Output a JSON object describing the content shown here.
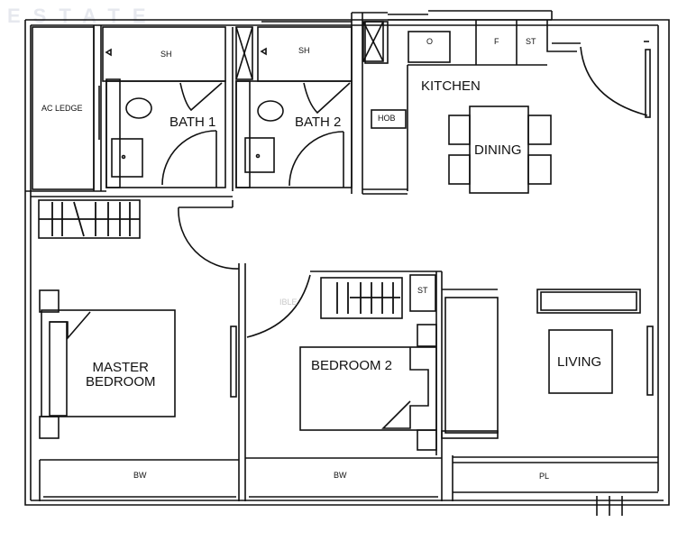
{
  "watermark": "ESTATE",
  "plan": {
    "rooms": {
      "ac_ledge": "AC LEDGE",
      "bath1": "BATH 1",
      "bath2": "BATH 2",
      "sh1": "SH",
      "sh2": "SH",
      "kitchen": "KITCHEN",
      "dining": "DINING",
      "hob": "HOB",
      "oven": "O",
      "fridge": "F",
      "kitchen_st": "ST",
      "master_bedroom_line1": "MASTER",
      "master_bedroom_line2": "BEDROOM",
      "bedroom2": "BEDROOM 2",
      "bedroom2_st": "ST",
      "living": "LIVING",
      "bw1": "BW",
      "bw2": "BW",
      "pl": "PL",
      "faded_label": "IBLE"
    },
    "colors": {
      "line": "#111111",
      "background": "#ffffff",
      "watermark": "#e6e8ee"
    }
  }
}
